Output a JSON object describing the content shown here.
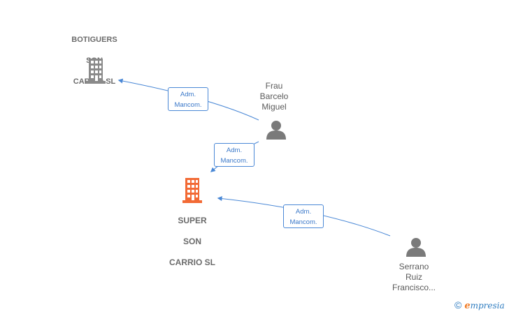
{
  "colors": {
    "edge": "#4a88d6",
    "company_grey": "#8a8a8a",
    "company_main": "#f26a35",
    "person": "#7a7a7a"
  },
  "nodes": {
    "botiguers": {
      "lines": [
        "BOTIGUERS",
        "SON",
        "CARRIO SL"
      ],
      "icon": "building-icon"
    },
    "super": {
      "lines": [
        "SUPER",
        "SON",
        "CARRIO SL"
      ],
      "icon": "building-icon"
    },
    "frau": {
      "lines": [
        "Frau",
        "Barcelo",
        "Miguel"
      ],
      "icon": "person-icon"
    },
    "serrano": {
      "lines": [
        "Serrano",
        "Ruiz",
        "Francisco..."
      ],
      "icon": "person-icon"
    }
  },
  "edges": [
    {
      "from": "frau",
      "to": "botiguers",
      "label": [
        "Adm.",
        "Mancom."
      ]
    },
    {
      "from": "frau",
      "to": "super",
      "label": [
        "Adm.",
        "Mancom."
      ]
    },
    {
      "from": "serrano",
      "to": "super",
      "label": [
        "Adm.",
        "Mancom."
      ]
    }
  ],
  "footer": {
    "copyright": "©",
    "brand_initial": "e",
    "brand_rest": "mpresia"
  }
}
